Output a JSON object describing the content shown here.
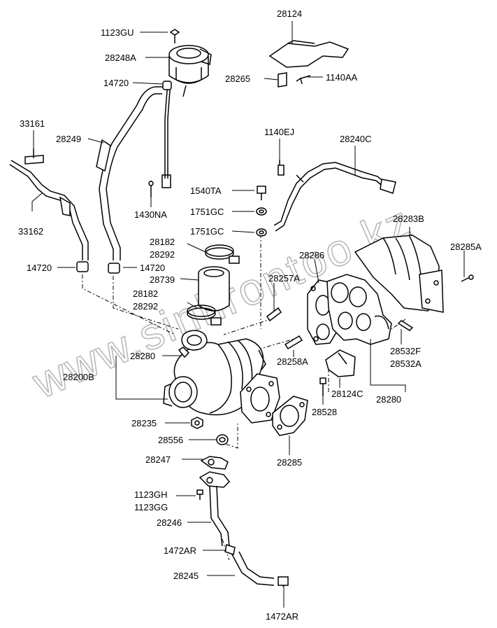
{
  "watermark": "www.sinhrontoo.kz",
  "labels": {
    "l28124": "28124",
    "l1123GU": "1123GU",
    "l28248A": "28248A",
    "l14720a": "14720",
    "l28265": "28265",
    "l1140AA": "1140AA",
    "l33161": "33161",
    "l28249": "28249",
    "l1140EJ": "1140EJ",
    "l28240C": "28240C",
    "l1540TA": "1540TA",
    "l1430NA": "1430NA",
    "l1751GCa": "1751GC",
    "l1751GCb": "1751GC",
    "l33162": "33162",
    "l28283B": "28283B",
    "l28182a": "28182",
    "l28292a": "28292",
    "l28285A": "28285A",
    "l28286": "28286",
    "l14720b": "14720",
    "l14720c": "14720",
    "l28739": "28739",
    "l28257A": "28257A",
    "l28182b": "28182",
    "l28292b": "28292",
    "l28532F": "28532F",
    "l28532A": "28532A",
    "l28280a": "28280",
    "l28258A": "28258A",
    "l28200B": "28200B",
    "l28124C": "28124C",
    "l28280b": "28280",
    "l28528": "28528",
    "l28235": "28235",
    "l28556": "28556",
    "l28285": "28285",
    "l28247": "28247",
    "l1123GH": "1123GH",
    "l1123GG": "1123GG",
    "l28246": "28246",
    "l1472ARa": "1472AR",
    "l28245": "28245",
    "l1472ARb": "1472AR"
  }
}
